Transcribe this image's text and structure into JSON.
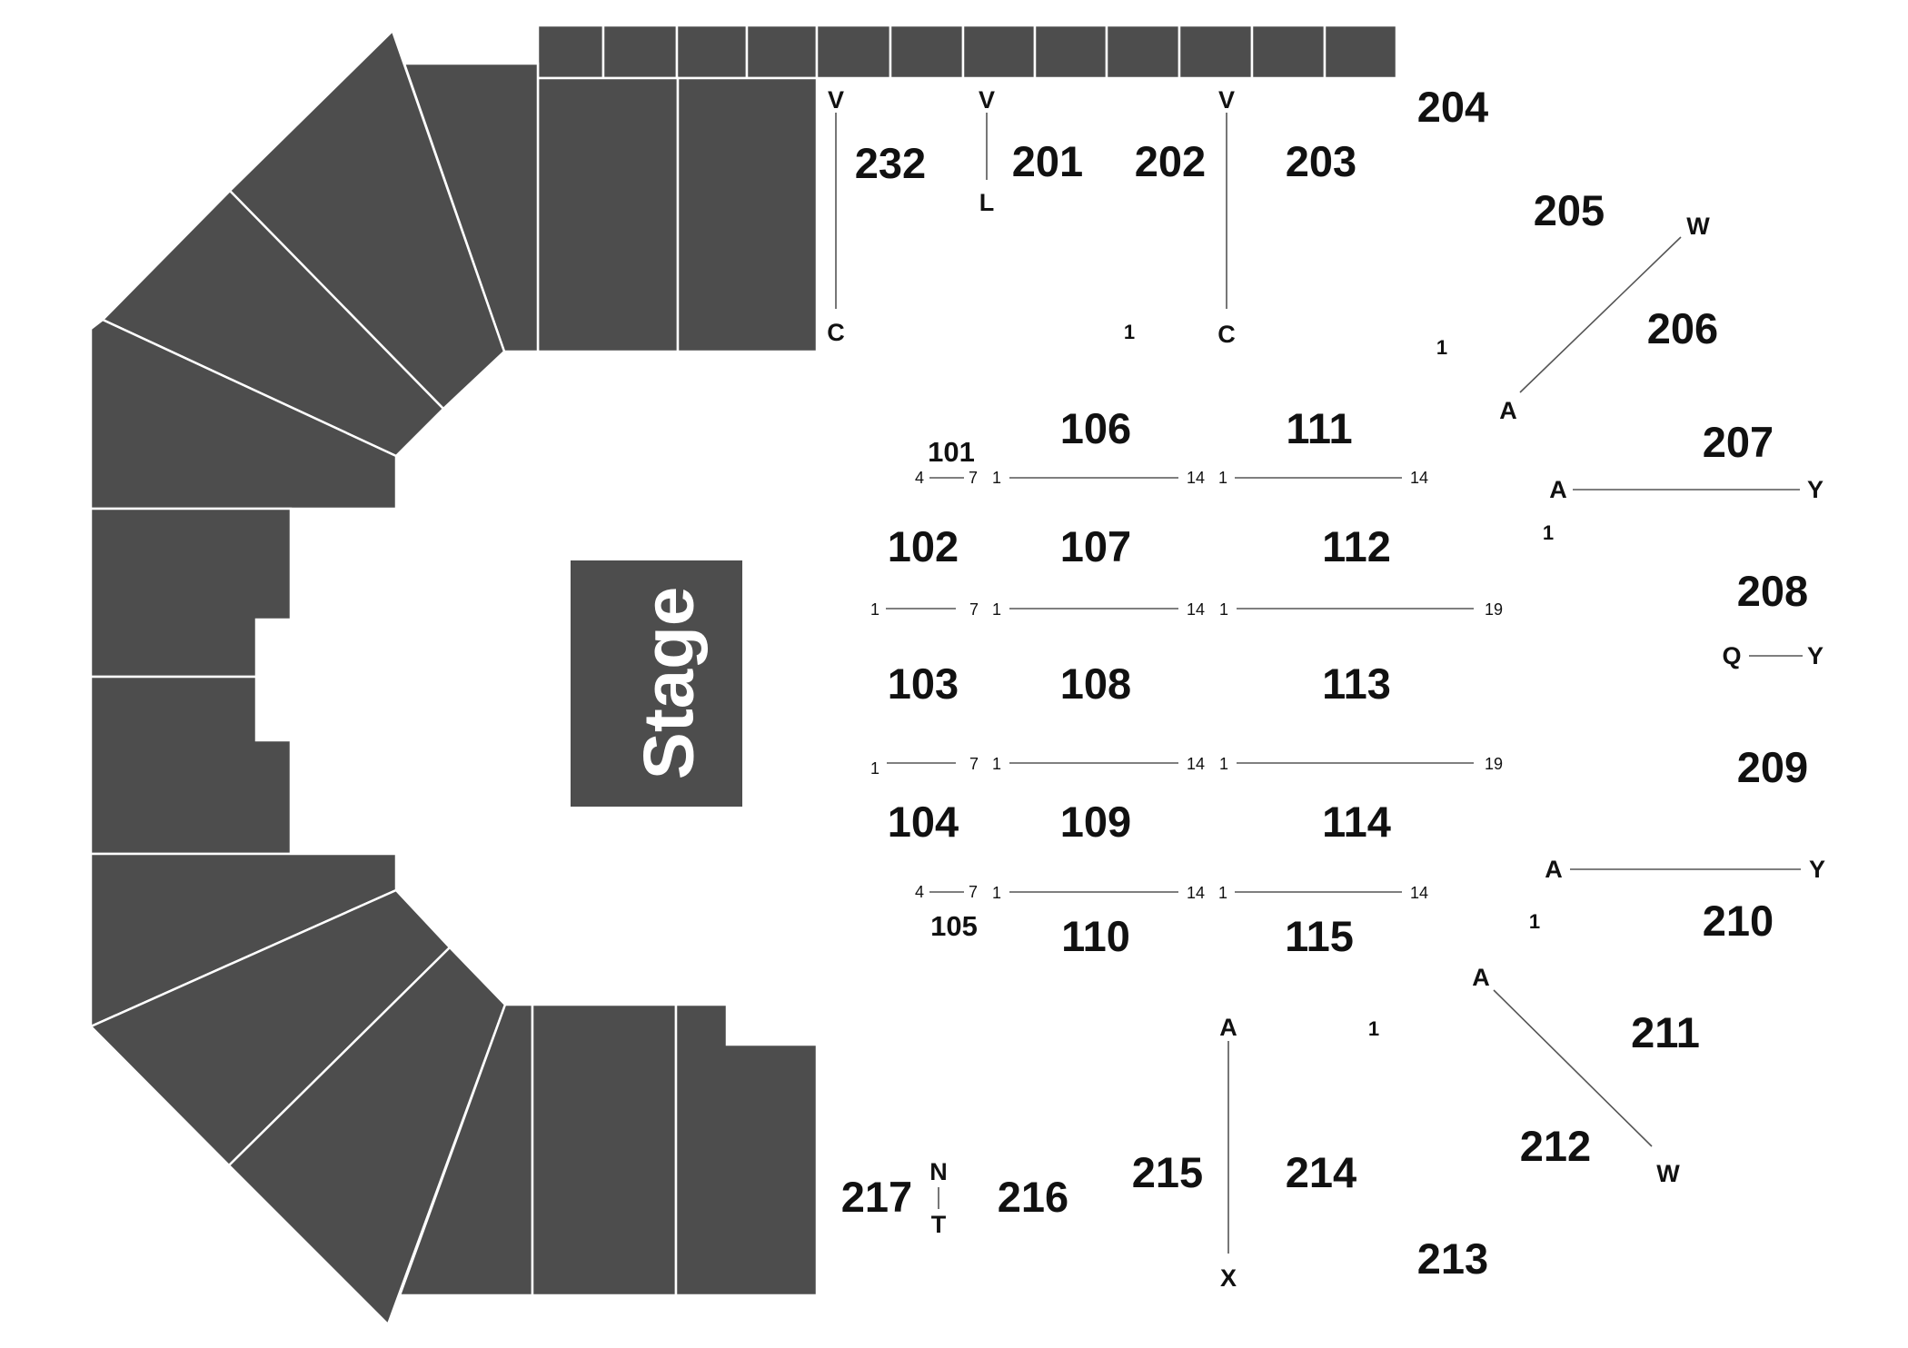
{
  "stage": {
    "label": "Stage"
  },
  "floor_sections": [
    {
      "id": "101",
      "label": "101"
    },
    {
      "id": "102",
      "label": "102"
    },
    {
      "id": "103",
      "label": "103"
    },
    {
      "id": "104",
      "label": "104"
    },
    {
      "id": "105",
      "label": "105"
    },
    {
      "id": "106",
      "label": "106"
    },
    {
      "id": "107",
      "label": "107"
    },
    {
      "id": "108",
      "label": "108"
    },
    {
      "id": "109",
      "label": "109"
    },
    {
      "id": "110",
      "label": "110"
    },
    {
      "id": "111",
      "label": "111"
    },
    {
      "id": "112",
      "label": "112"
    },
    {
      "id": "113",
      "label": "113"
    },
    {
      "id": "114",
      "label": "114"
    },
    {
      "id": "115",
      "label": "115"
    }
  ],
  "upper_sections": [
    {
      "id": "232",
      "label": "232"
    },
    {
      "id": "201",
      "label": "201"
    },
    {
      "id": "202",
      "label": "202"
    },
    {
      "id": "203",
      "label": "203"
    },
    {
      "id": "204",
      "label": "204"
    },
    {
      "id": "205",
      "label": "205"
    },
    {
      "id": "206",
      "label": "206"
    },
    {
      "id": "207",
      "label": "207"
    },
    {
      "id": "208",
      "label": "208"
    },
    {
      "id": "209",
      "label": "209"
    },
    {
      "id": "210",
      "label": "210"
    },
    {
      "id": "211",
      "label": "211"
    },
    {
      "id": "212",
      "label": "212"
    },
    {
      "id": "213",
      "label": "213"
    },
    {
      "id": "214",
      "label": "214"
    },
    {
      "id": "215",
      "label": "215"
    },
    {
      "id": "216",
      "label": "216"
    },
    {
      "id": "217",
      "label": "217"
    }
  ],
  "row_markers": {
    "v1": "V",
    "c1": "C",
    "v2": "V",
    "l1": "L",
    "v3": "V",
    "c2": "C",
    "w1": "W",
    "a1": "A",
    "a2": "A",
    "y1": "Y",
    "q1": "Q",
    "y2": "Y",
    "a3": "A",
    "y3": "Y",
    "a4": "A",
    "w2": "W",
    "a5": "A",
    "x1": "X",
    "n1": "N",
    "t1": "T"
  },
  "seat_markers": {
    "s202": "1",
    "s204": "1",
    "s207": "1",
    "s210": "1",
    "s214": "1",
    "r101a": "4",
    "r101b": "7",
    "r106a": "1",
    "r106b": "14",
    "r111a": "1",
    "r111b": "14",
    "r102a": "1",
    "r102b": "7",
    "r107a": "1",
    "r107b": "14",
    "r112a": "1",
    "r112b": "19",
    "r103a": "1",
    "r103b": "7",
    "r108a": "1",
    "r108b": "14",
    "r113a": "1",
    "r113b": "19",
    "r105a": "4",
    "r105b": "7",
    "r110a": "1",
    "r110b": "14",
    "r115a": "1",
    "r115b": "14"
  },
  "colors": {
    "block": "#4d4d4d",
    "background": "#ffffff",
    "text": "#111111"
  }
}
